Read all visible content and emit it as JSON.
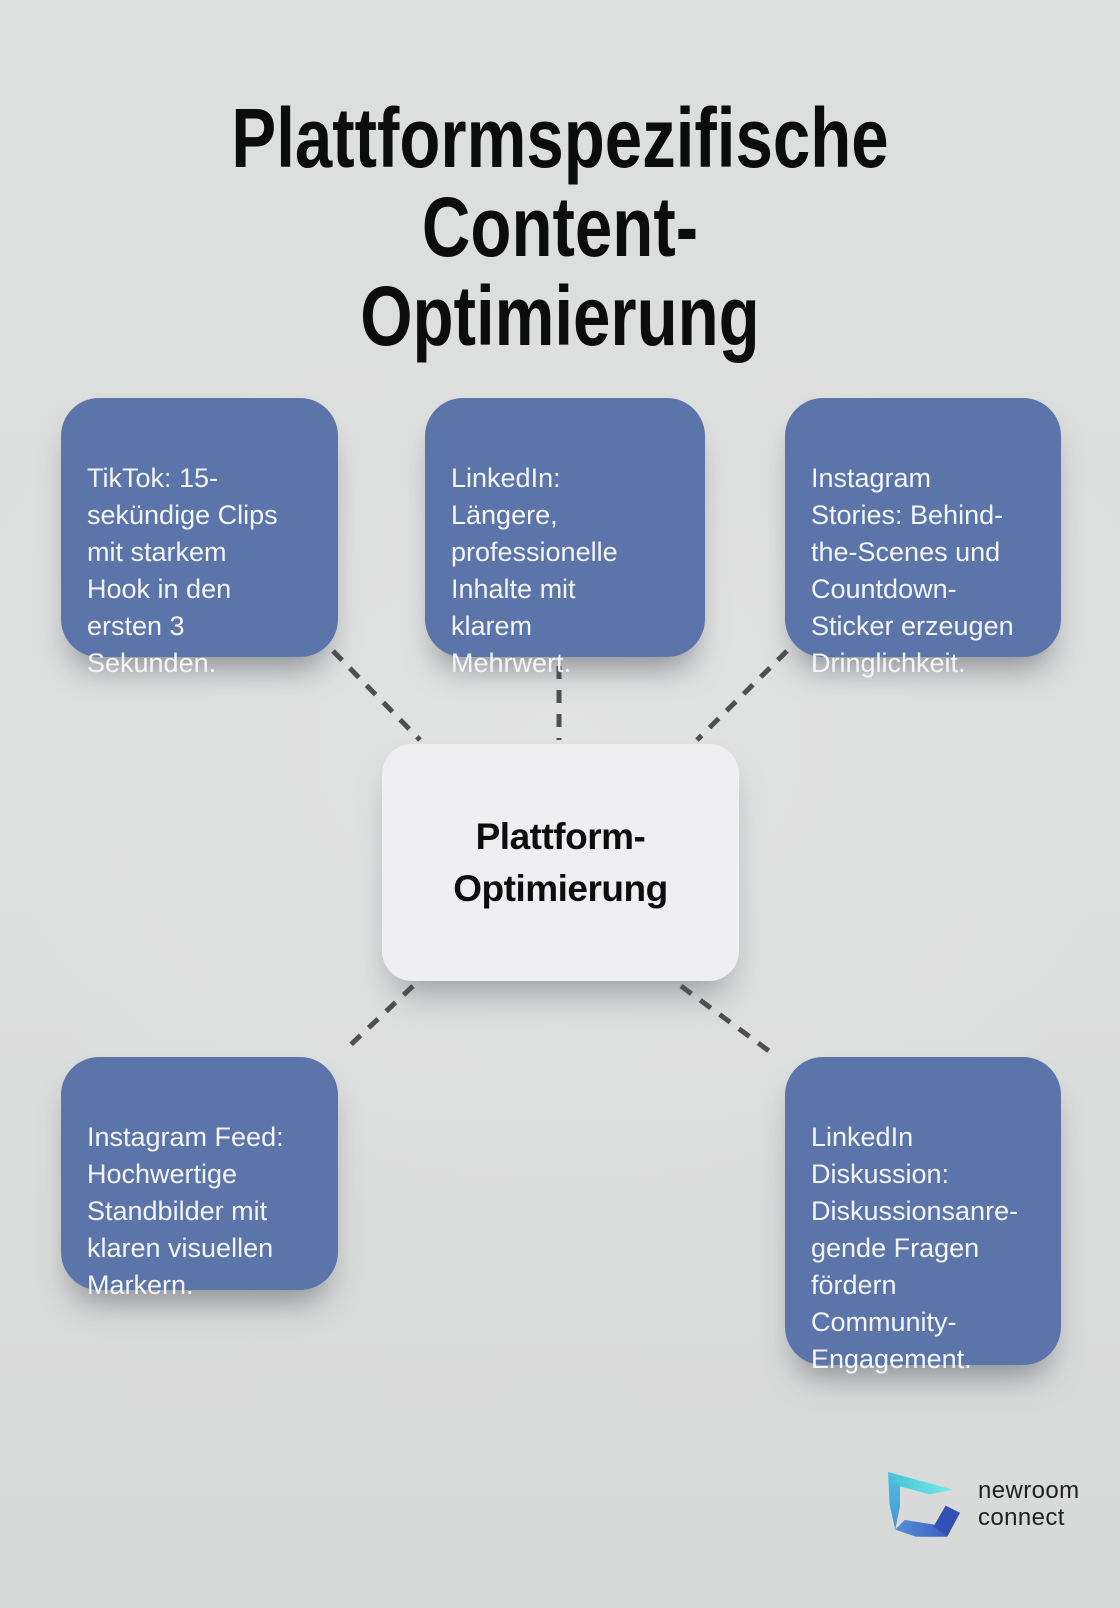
{
  "title_lines": [
    "Plattformspezifische Content-",
    "Optimierung"
  ],
  "center_node": {
    "label_lines": [
      "Plattform-",
      "Optimierung"
    ]
  },
  "nodes": {
    "tiktok": {
      "lines": [
        "TikTok: 15-",
        "sekündige Clips",
        "mit starkem",
        "Hook in den",
        "ersten 3",
        "Sekunden."
      ]
    },
    "linkedin_content": {
      "lines": [
        "LinkedIn:",
        "Längere,",
        "professionelle",
        "Inhalte mit",
        "klarem",
        "Mehrwert."
      ]
    },
    "instagram_stories": {
      "lines": [
        "Instagram",
        "Stories: Behind-",
        "the-Scenes und",
        "Countdown-",
        "Sticker erzeugen",
        "Dringlichkeit."
      ]
    },
    "instagram_feed": {
      "lines": [
        "Instagram Feed:",
        "Hochwertige",
        "Standbilder mit",
        "klaren visuellen",
        "Markern."
      ]
    },
    "linkedin_discussion": {
      "lines": [
        "LinkedIn",
        "Diskussion:",
        "Diskussionsanre-",
        "gende Fragen",
        "fördern",
        "Community-",
        "Engagement."
      ]
    }
  },
  "logo": {
    "lines": [
      "newroom",
      "connect"
    ]
  },
  "colors": {
    "background": "#dcdddd",
    "node_fill": "#5b74aa",
    "node_text": "#f3f5f8",
    "center_fill": "#efeff1",
    "center_text": "#0d0d0d",
    "title_text": "#0c0c0c",
    "connector": "#4f4f4f",
    "logo_text": "#1f1f1f",
    "logo_teal": "#3fc4d6",
    "logo_blue": "#3351b5"
  }
}
